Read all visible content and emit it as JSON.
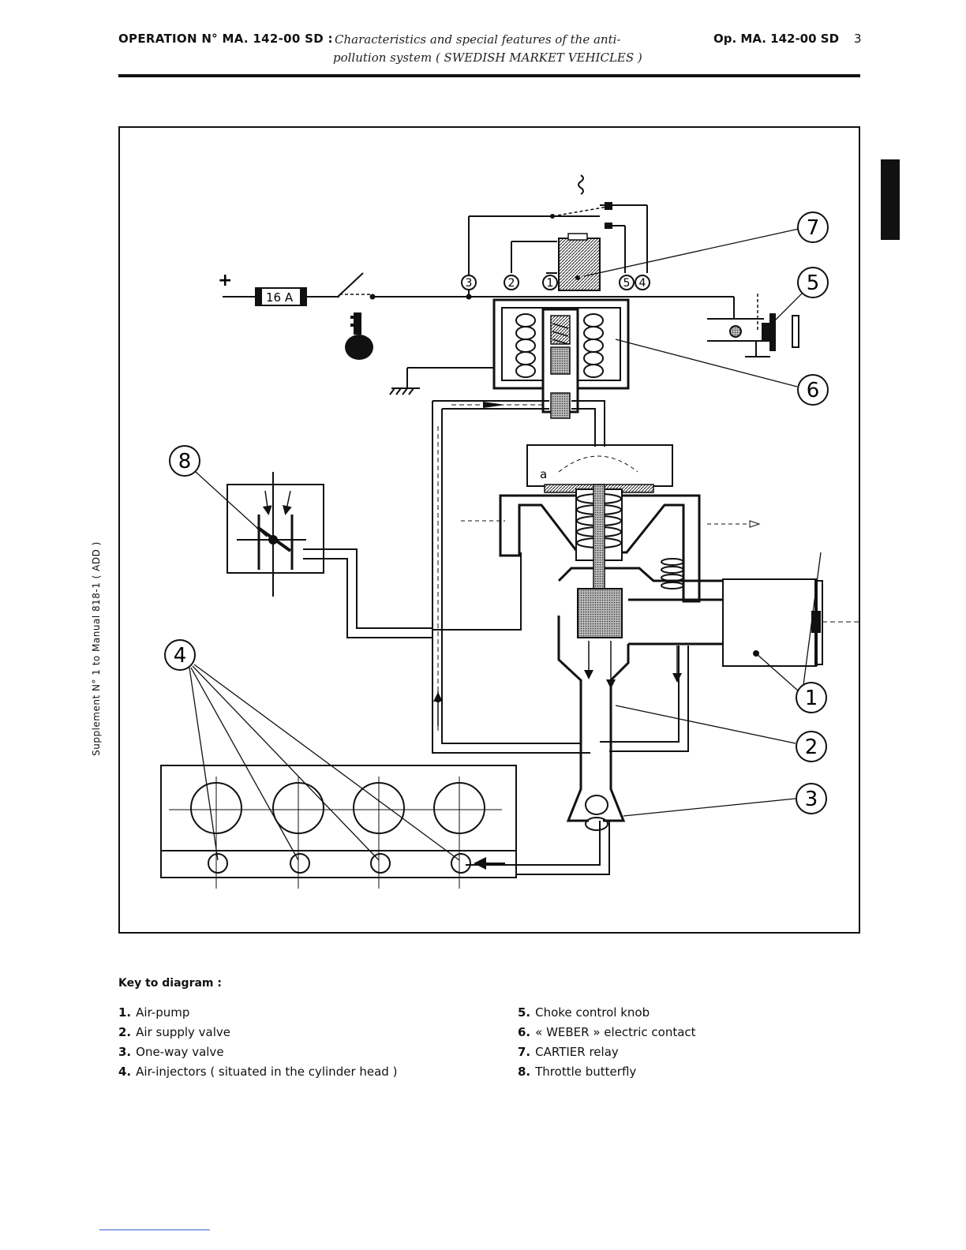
{
  "header": {
    "title": "OPERATION N° MA. 142-00 SD :",
    "subtitle_line1": "Characteristics and special features of the anti-",
    "subtitle_line2": "pollution system ( SWEDISH MARKET VEHICLES )",
    "op_ref": "Op. MA. 142-00 SD",
    "page_number": "3"
  },
  "side_text": "Supplement N° 1 to Manual 818-1 ( ADD )",
  "diagram": {
    "fuse_label": "16 A",
    "plus_sign": "+",
    "letter_a": "a",
    "terminal_labels": [
      "3",
      "2",
      "1",
      "5",
      "4"
    ],
    "callouts": [
      "7",
      "5",
      "6",
      "8",
      "4",
      "1",
      "2",
      "3"
    ]
  },
  "key": {
    "title": "Key to diagram :",
    "items": [
      {
        "num": "1.",
        "text": "Air-pump"
      },
      {
        "num": "2.",
        "text": "Air supply valve"
      },
      {
        "num": "3.",
        "text": "One-way valve"
      },
      {
        "num": "4.",
        "text": "Air-injectors ( situated in the cylinder head )"
      },
      {
        "num": "5.",
        "text": "Choke control knob"
      },
      {
        "num": "6.",
        "text": "« WEBER » electric contact"
      },
      {
        "num": "7.",
        "text": "CARTIER relay"
      },
      {
        "num": "8.",
        "text": "Throttle butterfly"
      }
    ]
  }
}
